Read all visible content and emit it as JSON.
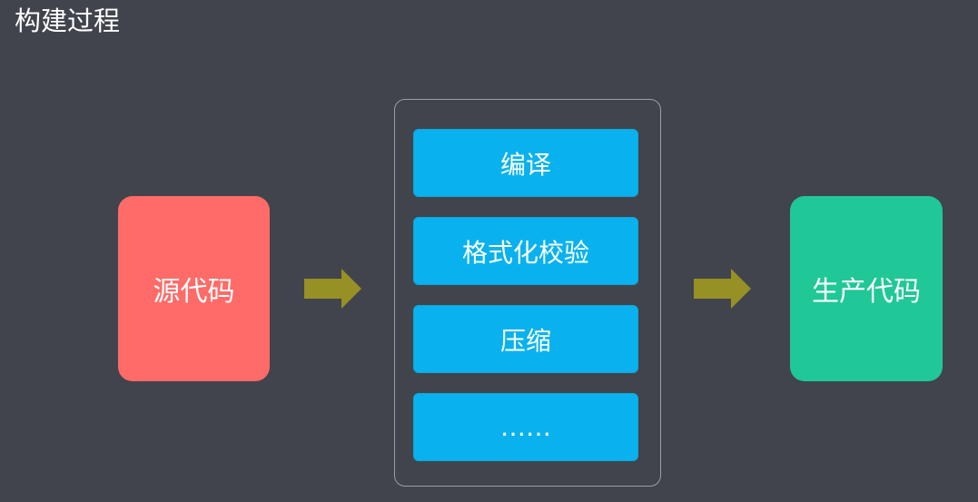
{
  "title": "构建过程",
  "source": {
    "label": "源代码",
    "color": "#ff6b68"
  },
  "output": {
    "label": "生产代码",
    "color": "#20c897"
  },
  "process": {
    "step_color": "#09b2ee",
    "border_color": "#9a9ea6",
    "steps": [
      {
        "label": "编译"
      },
      {
        "label": "格式化校验"
      },
      {
        "label": "压缩"
      },
      {
        "label": "……"
      }
    ]
  },
  "arrow_color": "#979024",
  "background": "#41444d"
}
